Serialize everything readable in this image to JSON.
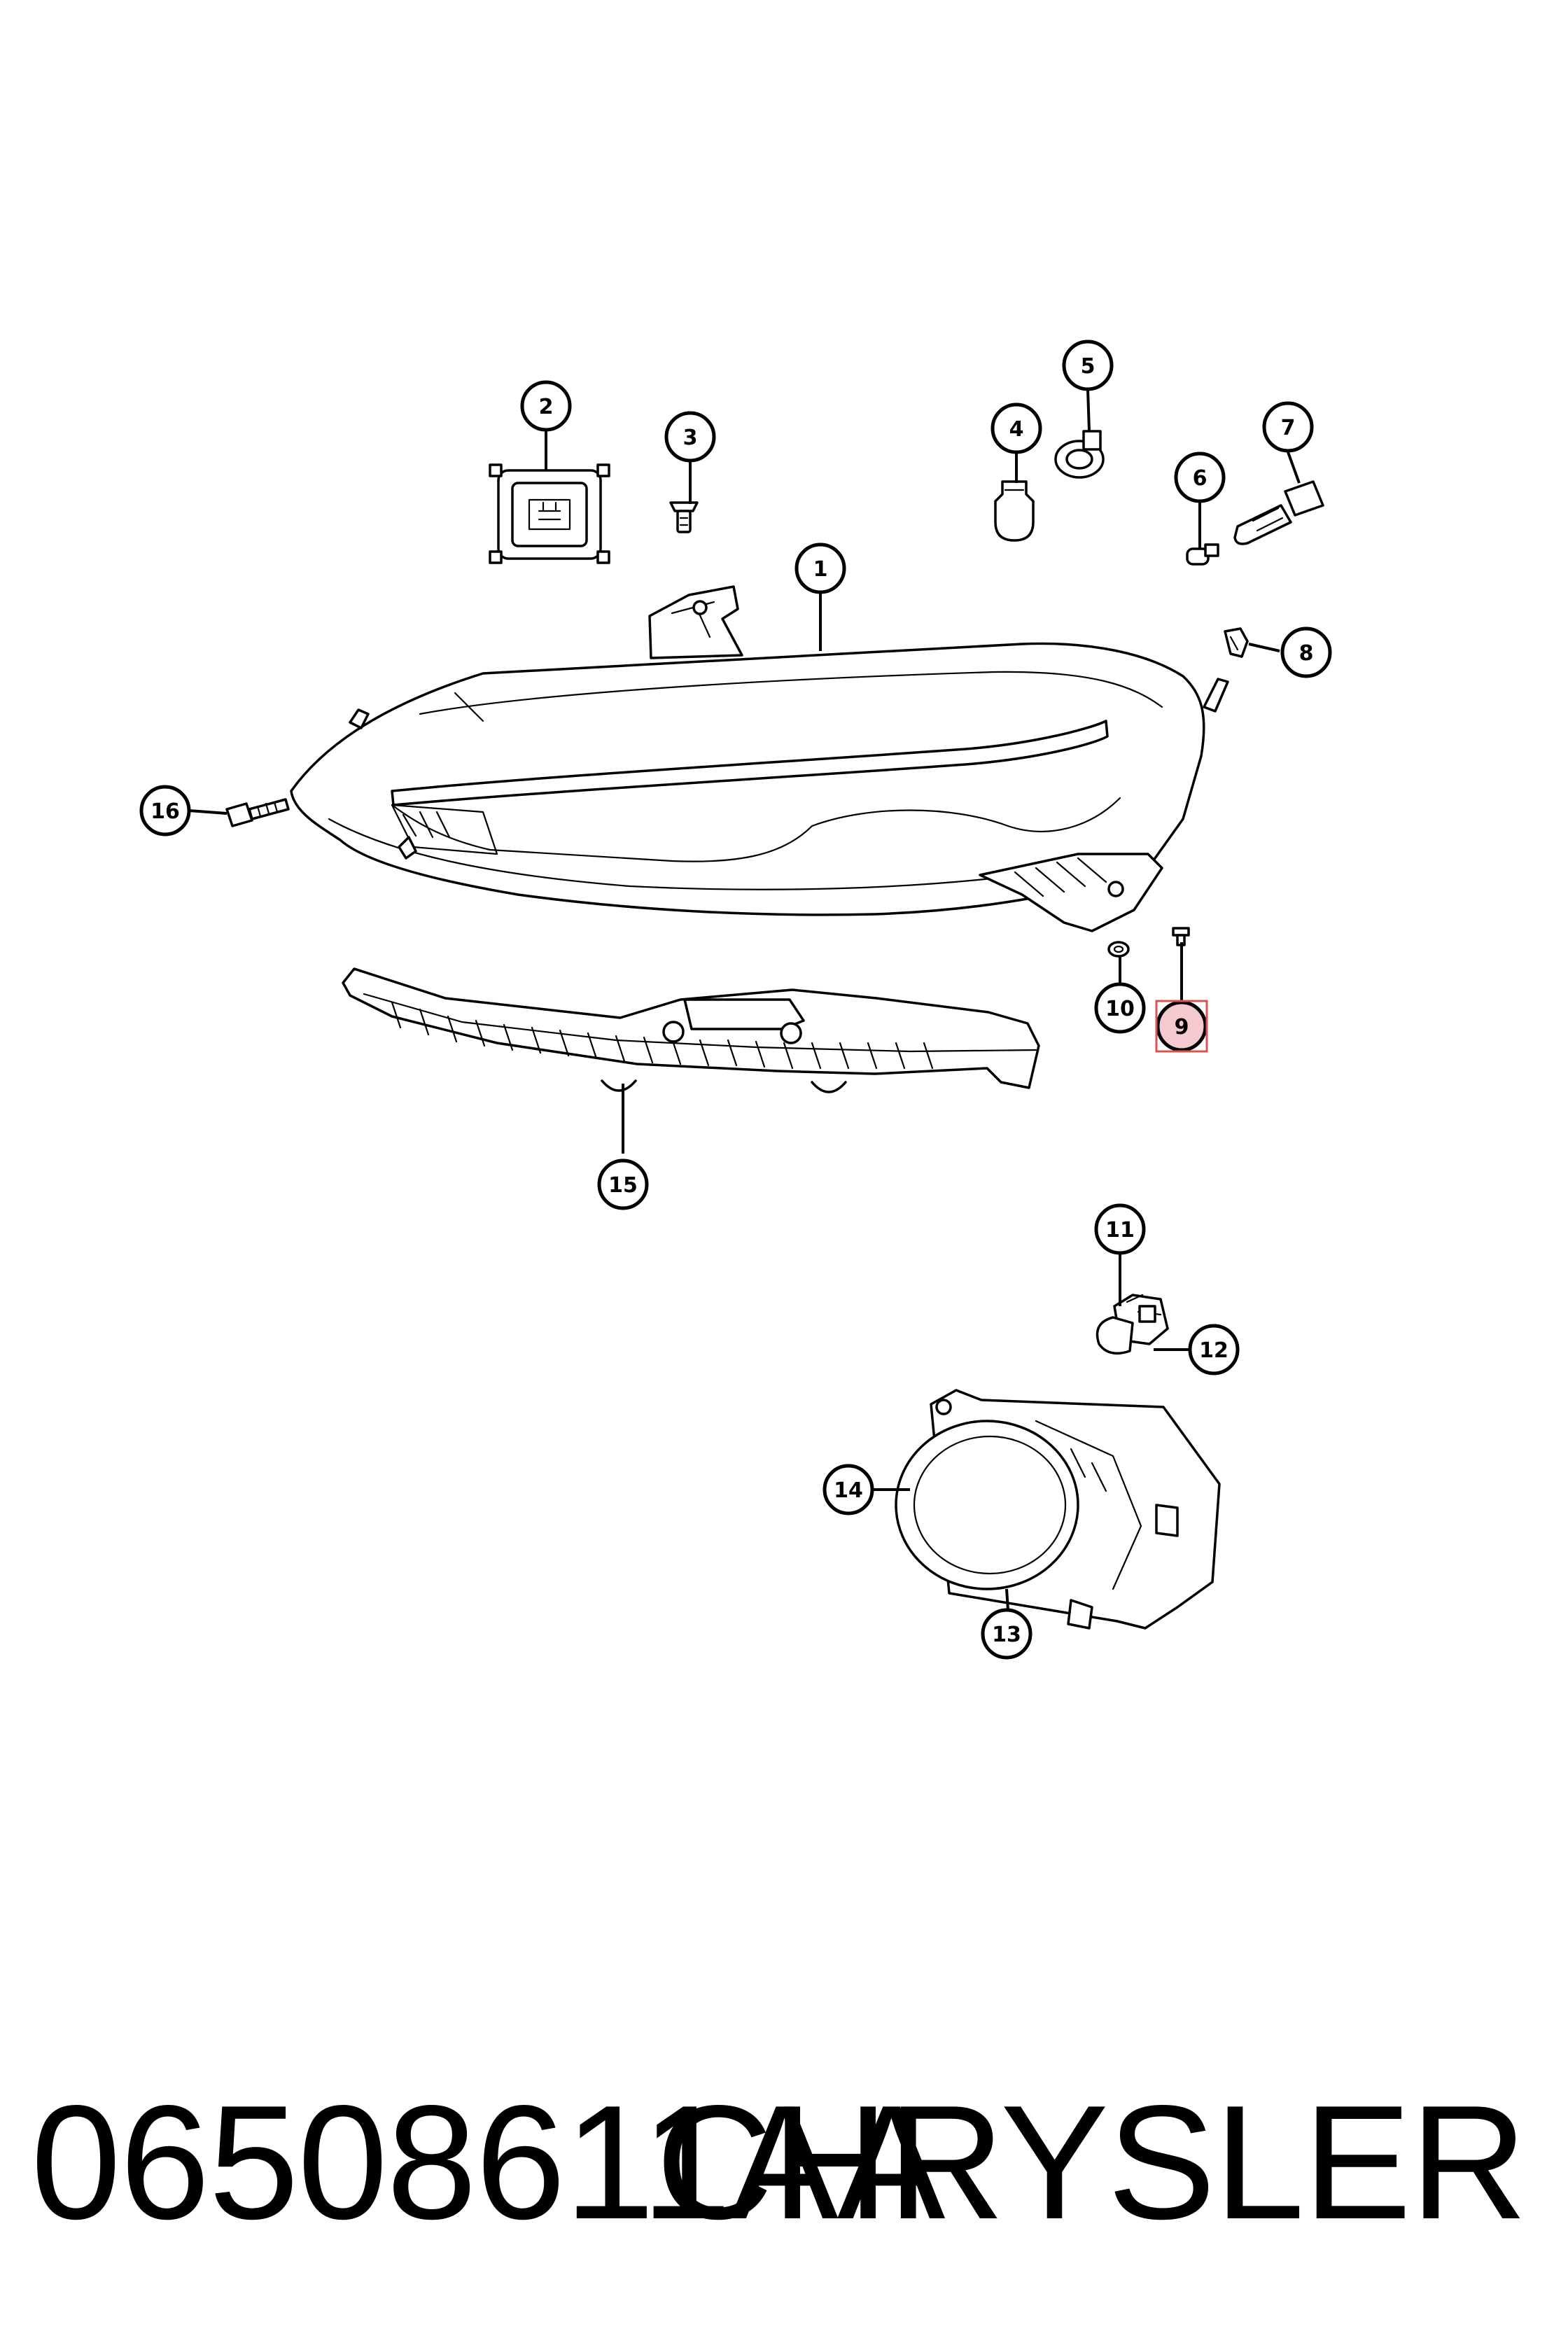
{
  "callouts": [
    {
      "id": "1",
      "label": "1"
    },
    {
      "id": "2",
      "label": "2"
    },
    {
      "id": "3",
      "label": "3"
    },
    {
      "id": "4",
      "label": "4"
    },
    {
      "id": "5",
      "label": "5"
    },
    {
      "id": "6",
      "label": "6"
    },
    {
      "id": "7",
      "label": "7"
    },
    {
      "id": "8",
      "label": "8"
    },
    {
      "id": "9",
      "label": "9"
    },
    {
      "id": "10",
      "label": "10"
    },
    {
      "id": "11",
      "label": "11"
    },
    {
      "id": "12",
      "label": "12"
    },
    {
      "id": "13",
      "label": "13"
    },
    {
      "id": "14",
      "label": "14"
    },
    {
      "id": "15",
      "label": "15"
    },
    {
      "id": "16",
      "label": "16"
    }
  ],
  "highlighted_callout": "9",
  "caption": {
    "part_number": "06508611AA",
    "brand": "CHRYSLER"
  },
  "colors": {
    "highlight_fill": "#f4c9cf",
    "highlight_box": "#d9534f",
    "line": "#000000"
  }
}
